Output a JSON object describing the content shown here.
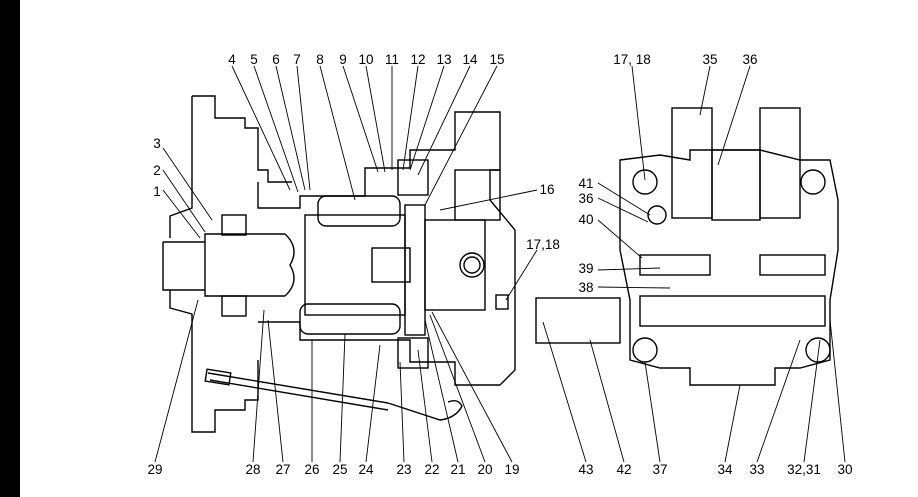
{
  "labels": {
    "top_left": [
      "4",
      "5",
      "6",
      "7",
      "8",
      "9",
      "10",
      "11",
      "12",
      "13",
      "14",
      "15"
    ],
    "side_left": [
      "3",
      "2",
      "1"
    ],
    "mid_left": [
      "16",
      "17,18"
    ],
    "bottom_left": [
      "29",
      "28",
      "27",
      "26",
      "25",
      "24",
      "23",
      "22",
      "21",
      "20",
      "19"
    ],
    "top_right": [
      "17, 18",
      "35",
      "36"
    ],
    "side_right": [
      "41",
      "36",
      "40",
      "39",
      "38"
    ],
    "bottom_right": [
      "43",
      "42",
      "37",
      "34",
      "33",
      "32,31",
      "30"
    ]
  }
}
